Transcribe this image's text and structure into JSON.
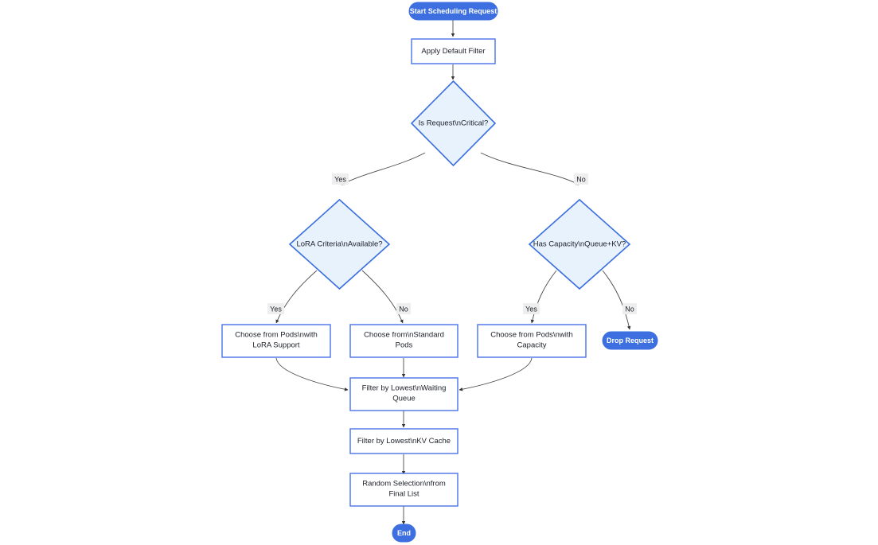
{
  "diagram": {
    "type": "flowchart",
    "orientation": "top-down",
    "background_color": "#ffffff",
    "colors": {
      "terminal_fill": "#3d6fe0",
      "terminal_text": "#ffffff",
      "process_fill": "#ffffff",
      "process_stroke": "#4a72e8",
      "decision_fill": "#e8f2fd",
      "decision_stroke": "#3a6fdf",
      "edge_stroke": "#4a4a4a",
      "edge_label_bg": "#eeeeee",
      "text": "#20242c"
    },
    "nodes": {
      "start": {
        "label": "Start Scheduling Request",
        "shape": "stadium"
      },
      "apply_filter": {
        "label": "Apply Default Filter",
        "shape": "rect"
      },
      "is_critical": {
        "label": "Is Request\\nCritical?",
        "shape": "diamond"
      },
      "lora_criteria": {
        "label": "LoRA Criteria\\nAvailable?",
        "shape": "diamond"
      },
      "has_capacity": {
        "label": "Has Capacity\\nQueue+KV?",
        "shape": "diamond"
      },
      "pods_lora": {
        "label_line1": "Choose from Pods\\nwith",
        "label_line2": "LoRA Support",
        "shape": "rect"
      },
      "pods_standard": {
        "label_line1": "Choose from\\nStandard",
        "label_line2": "Pods",
        "shape": "rect"
      },
      "pods_capacity": {
        "label_line1": "Choose from Pods\\nwith",
        "label_line2": "Capacity",
        "shape": "rect"
      },
      "drop_request": {
        "label": "Drop Request",
        "shape": "stadium"
      },
      "filter_queue": {
        "label_line1": "Filter by Lowest\\nWaiting",
        "label_line2": "Queue",
        "shape": "rect"
      },
      "filter_kv": {
        "label": "Filter by Lowest\\nKV Cache",
        "shape": "rect"
      },
      "random_selection": {
        "label_line1": "Random Selection\\nfrom",
        "label_line2": "Final List",
        "shape": "rect"
      },
      "end": {
        "label": "End",
        "shape": "stadium"
      }
    },
    "edges": [
      {
        "from": "start",
        "to": "apply_filter",
        "label": ""
      },
      {
        "from": "apply_filter",
        "to": "is_critical",
        "label": ""
      },
      {
        "from": "is_critical",
        "to": "lora_criteria",
        "label": "Yes"
      },
      {
        "from": "is_critical",
        "to": "has_capacity",
        "label": "No"
      },
      {
        "from": "lora_criteria",
        "to": "pods_lora",
        "label": "Yes"
      },
      {
        "from": "lora_criteria",
        "to": "pods_standard",
        "label": "No"
      },
      {
        "from": "has_capacity",
        "to": "pods_capacity",
        "label": "Yes"
      },
      {
        "from": "has_capacity",
        "to": "drop_request",
        "label": "No"
      },
      {
        "from": "pods_lora",
        "to": "filter_queue",
        "label": ""
      },
      {
        "from": "pods_standard",
        "to": "filter_queue",
        "label": ""
      },
      {
        "from": "pods_capacity",
        "to": "filter_queue",
        "label": ""
      },
      {
        "from": "filter_queue",
        "to": "filter_kv",
        "label": ""
      },
      {
        "from": "filter_kv",
        "to": "random_selection",
        "label": ""
      },
      {
        "from": "random_selection",
        "to": "end",
        "label": ""
      }
    ],
    "edge_labels": {
      "critical_yes": "Yes",
      "critical_no": "No",
      "lora_yes": "Yes",
      "lora_no": "No",
      "capacity_yes": "Yes",
      "capacity_no": "No"
    }
  }
}
